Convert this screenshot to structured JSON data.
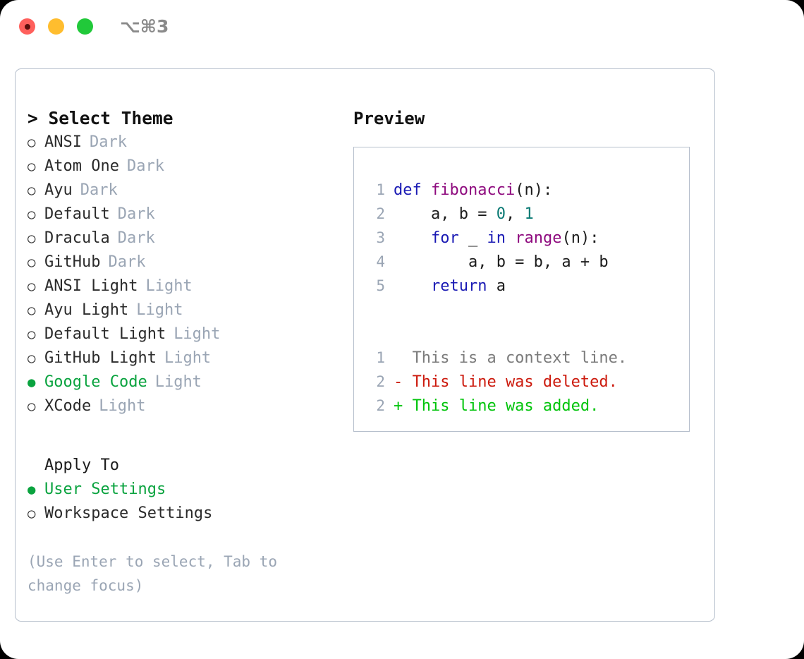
{
  "window": {
    "shortcut": "⌥⌘3",
    "traffic_lights": [
      {
        "name": "close",
        "color": "#ff605c"
      },
      {
        "name": "minimize",
        "color": "#ffbd2e"
      },
      {
        "name": "maximize",
        "color": "#21c93a"
      }
    ]
  },
  "theme_picker": {
    "heading": "> Select Theme",
    "caret": ">",
    "heading_text": "Select Theme",
    "bullet_unselected": "○",
    "bullet_selected": "●",
    "options": [
      {
        "label": "ANSI",
        "tag": "Dark",
        "selected": false
      },
      {
        "label": "Atom One",
        "tag": "Dark",
        "selected": false
      },
      {
        "label": "Ayu",
        "tag": "Dark",
        "selected": false
      },
      {
        "label": "Default",
        "tag": "Dark",
        "selected": false
      },
      {
        "label": "Dracula",
        "tag": "Dark",
        "selected": false
      },
      {
        "label": "GitHub",
        "tag": "Dark",
        "selected": false
      },
      {
        "label": "ANSI Light",
        "tag": "Light",
        "selected": false
      },
      {
        "label": "Ayu Light",
        "tag": "Light",
        "selected": false
      },
      {
        "label": "Default Light",
        "tag": "Light",
        "selected": false
      },
      {
        "label": "GitHub Light",
        "tag": "Light",
        "selected": false
      },
      {
        "label": "Google Code",
        "tag": "Light",
        "selected": true
      },
      {
        "label": "XCode",
        "tag": "Light",
        "selected": false
      }
    ]
  },
  "apply_to": {
    "heading": "Apply To",
    "options": [
      {
        "label": "User Settings",
        "selected": true
      },
      {
        "label": "Workspace Settings",
        "selected": false
      }
    ]
  },
  "hint": "(Use Enter to select, Tab to change focus)",
  "preview": {
    "title": "Preview",
    "code_lines": [
      {
        "num": "1",
        "tokens": [
          {
            "text": "def ",
            "kind": "kw"
          },
          {
            "text": "fibonacci",
            "kind": "fn"
          },
          {
            "text": "(n):",
            "kind": "plain"
          }
        ]
      },
      {
        "num": "2",
        "tokens": [
          {
            "text": "    a, b = ",
            "kind": "plain"
          },
          {
            "text": "0",
            "kind": "num"
          },
          {
            "text": ", ",
            "kind": "plain"
          },
          {
            "text": "1",
            "kind": "num"
          }
        ]
      },
      {
        "num": "3",
        "tokens": [
          {
            "text": "    ",
            "kind": "plain"
          },
          {
            "text": "for",
            "kind": "kw"
          },
          {
            "text": " _ ",
            "kind": "plain"
          },
          {
            "text": "in",
            "kind": "kw"
          },
          {
            "text": " ",
            "kind": "plain"
          },
          {
            "text": "range",
            "kind": "fn"
          },
          {
            "text": "(n):",
            "kind": "plain"
          }
        ]
      },
      {
        "num": "4",
        "tokens": [
          {
            "text": "        a, b = b, a + b",
            "kind": "plain"
          }
        ]
      },
      {
        "num": "5",
        "tokens": [
          {
            "text": "    ",
            "kind": "plain"
          },
          {
            "text": "return",
            "kind": "kw"
          },
          {
            "text": " a",
            "kind": "plain"
          }
        ]
      }
    ],
    "diff_lines": [
      {
        "num": "1",
        "marker": " ",
        "text": "This is a context line.",
        "kind": "context"
      },
      {
        "num": "2",
        "marker": "-",
        "text": "This line was deleted.",
        "kind": "deleted"
      },
      {
        "num": "2",
        "marker": "+",
        "text": "This line was added.",
        "kind": "added"
      }
    ]
  },
  "colors": {
    "accent_green": "#0aa33f",
    "muted": "#9aa5b4",
    "border": "#b6bfcc",
    "keyword": "#1a1ab4",
    "function": "#8e0a7e",
    "number": "#0a7a74",
    "diff_added": "#00c40a",
    "diff_deleted": "#cc1a0d",
    "diff_context": "#7b7b7b"
  }
}
